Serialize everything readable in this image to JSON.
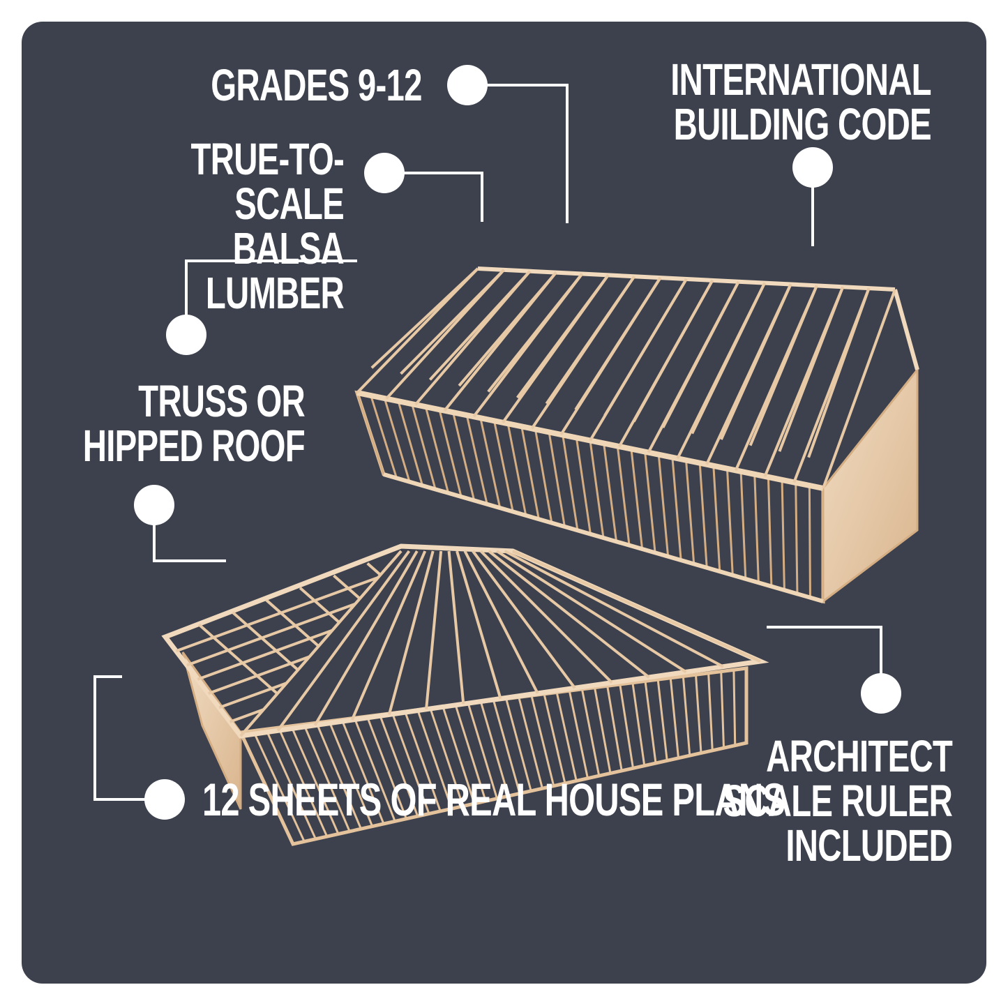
{
  "features": {
    "grades": "GRADES 9-12",
    "balsa_line1": "TRUE-TO-SCALE",
    "balsa_line2": "BALSA LUMBER",
    "ibc_line1": "INTERNATIONAL",
    "ibc_line2": "BUILDING CODE",
    "roof_line1": "TRUSS OR",
    "roof_line2": "HIPPED ROOF",
    "ruler_line1": "ARCHITECT",
    "ruler_line2": "SCALE RULER",
    "ruler_line3": "INCLUDED",
    "plans": "12 SHEETS OF REAL HOUSE PLANS"
  },
  "colors": {
    "background": "#3d414d",
    "text": "#ffffff",
    "balsa_wood": "#e8c9a6"
  },
  "illustrations": [
    "truss-roof-house-model",
    "hipped-roof-house-model"
  ]
}
